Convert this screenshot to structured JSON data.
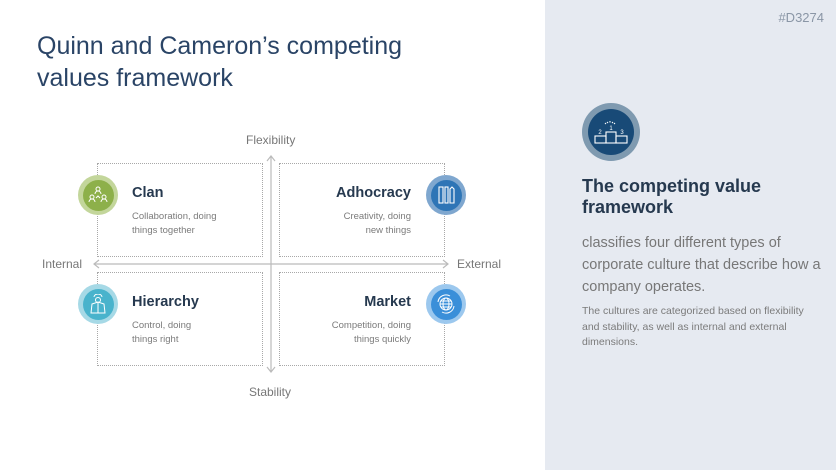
{
  "title": "Quinn and Cameron’s competing values framework",
  "slide_code": "#D3274",
  "axes": {
    "top": "Flexibility",
    "bottom": "Stability",
    "left": "Internal",
    "right": "External"
  },
  "quadrants": [
    {
      "name": "Clan",
      "desc1": "Collaboration, doing",
      "desc2": "things together",
      "icon": "people-network-icon",
      "color": "#8db04a"
    },
    {
      "name": "Adhocracy",
      "desc1": "Creativity, doing",
      "desc2": "new things",
      "icon": "tools-icon",
      "color": "#2e75b6"
    },
    {
      "name": "Hierarchy",
      "desc1": "Control, doing",
      "desc2": "things right",
      "icon": "businessman-icon",
      "color": "#49b3cc"
    },
    {
      "name": "Market",
      "desc1": "Competition, doing",
      "desc2": "things quickly",
      "icon": "globe-icon",
      "color": "#3a8fd9"
    }
  ],
  "panel": {
    "heading": "The competing value framework",
    "body": "classifies four different types of corporate culture that describe how a company operates.",
    "note": "The cultures are categorized based on flexibility and stability, as well as internal and external dimensions.",
    "icon": "podium-icon",
    "podium_labels": [
      "2",
      "1",
      "3"
    ]
  }
}
